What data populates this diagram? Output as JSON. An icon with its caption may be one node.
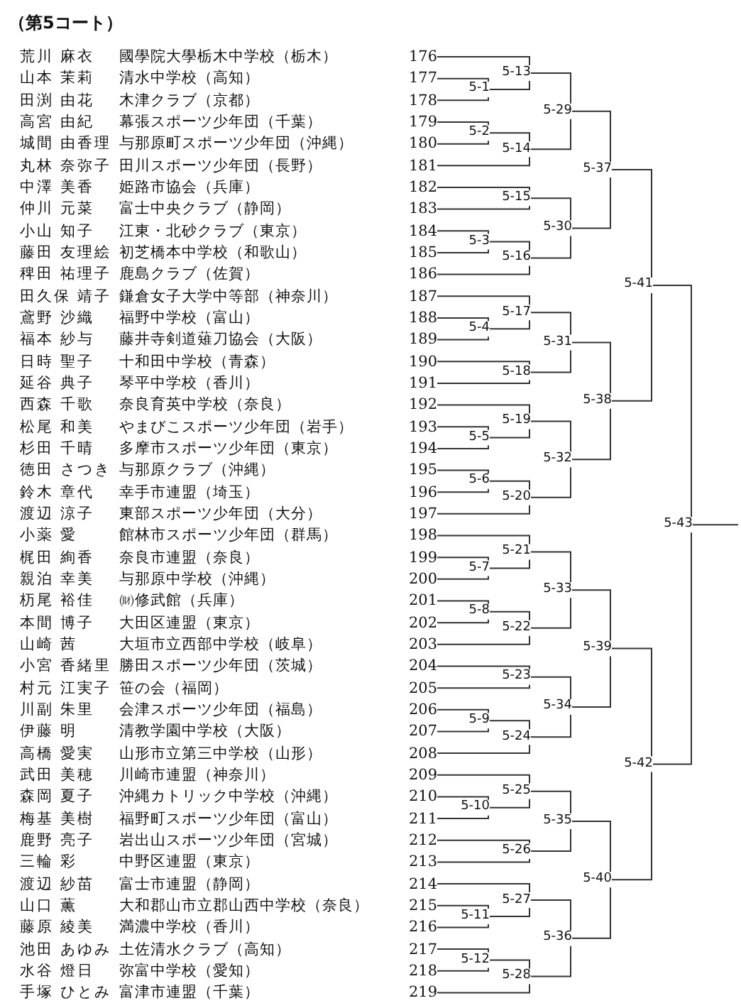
{
  "diagram": {
    "title": "（第5コート）",
    "nodes": [
      {
        "text": [
          "荒川 麻衣",
          "國學院大學栃木中学校（栃木）",
          "176"
        ]
      },
      {
        "text": [
          "山本 茉莉",
          "清水中学校（高知）",
          "177"
        ]
      },
      {
        "text": [
          "田渕 由花",
          "木津クラブ（京都）",
          "178"
        ]
      },
      {
        "text": [
          "高宮 由紀",
          "幕張スポーツ少年団（千葉）",
          "179"
        ]
      },
      {
        "text": [
          "城間 由香理",
          "与那原町スポーツ少年団（沖縄）",
          "180"
        ]
      },
      {
        "text": [
          "丸林 奈弥子",
          "田川スポーツ少年団（長野）",
          "181"
        ]
      },
      {
        "text": [
          "中澤 美香",
          "姫路市協会（兵庫）",
          "182"
        ]
      },
      {
        "text": [
          "仲川 元菜",
          "富士中央クラブ（静岡）",
          "183"
        ]
      },
      {
        "text": [
          "小山 知子",
          "江東・北砂クラブ（東京）",
          "184"
        ]
      },
      {
        "text": [
          "藤田 友理絵",
          "初芝橋本中学校（和歌山）",
          "185"
        ]
      },
      {
        "text": [
          "稗田 祐理子",
          "鹿島クラブ（佐賀）",
          "186"
        ]
      },
      {
        "text": [
          "田久保 靖子",
          "鎌倉女子大学中等部（神奈川）",
          "187"
        ]
      },
      {
        "text": [
          "鳶野 沙織",
          "福野中学校（富山）",
          "188"
        ]
      },
      {
        "text": [
          "福本 紗与",
          "藤井寺剣道薙刀協会（大阪）",
          "189"
        ]
      },
      {
        "text": [
          "日時 聖子",
          "十和田中学校（青森）",
          "190"
        ]
      },
      {
        "text": [
          "延谷 典子",
          "琴平中学校（香川）",
          "191"
        ]
      },
      {
        "text": [
          "西森 千歌",
          "奈良育英中学校（奈良）",
          "192"
        ]
      },
      {
        "text": [
          "松尾 和美",
          "やまびこスポーツ少年団（岩手）",
          "193"
        ]
      },
      {
        "text": [
          "杉田 千晴",
          "多摩市スポーツ少年団（東京）",
          "194"
        ]
      },
      {
        "text": [
          "徳田 さつき",
          "与那原クラブ（沖縄）",
          "195"
        ]
      },
      {
        "text": [
          "鈴木 章代",
          "幸手市連盟（埼玉）",
          "196"
        ]
      },
      {
        "text": [
          "渡辺 涼子",
          "東部スポーツ少年団（大分）",
          "197"
        ]
      },
      {
        "text": [
          "小薬 愛",
          "館林市スポーツ少年団（群馬）",
          "198"
        ]
      },
      {
        "text": [
          "梶田 絢香",
          "奈良市連盟（奈良）",
          "199"
        ]
      },
      {
        "text": [
          "親泊 幸美",
          "与那原中学校（沖縄）",
          "200"
        ]
      },
      {
        "text": [
          "杤尾 裕佳",
          "㈶修武館（兵庫）",
          "201"
        ]
      },
      {
        "text": [
          "本間 博子",
          "大田区連盟（東京）",
          "202"
        ]
      },
      {
        "text": [
          "山崎 茜",
          "大垣市立西部中学校（岐阜）",
          "203"
        ]
      },
      {
        "text": [
          "小宮 香緒里",
          "勝田スポーツ少年団（茨城）",
          "204"
        ]
      },
      {
        "text": [
          "村元 江実子",
          "笹の会（福岡）",
          "205"
        ]
      },
      {
        "text": [
          "川副 朱里",
          "会津スポーツ少年団（福島）",
          "206"
        ]
      },
      {
        "text": [
          "伊藤 明",
          "清教学園中学校（大阪）",
          "207"
        ]
      },
      {
        "text": [
          "高橋 愛実",
          "山形市立第三中学校（山形）",
          "208"
        ]
      },
      {
        "text": [
          "武田 美穂",
          "川崎市連盟（神奈川）",
          "209"
        ]
      },
      {
        "text": [
          "森岡 夏子",
          "沖縄カトリック中学校（沖縄）",
          "210"
        ]
      },
      {
        "text": [
          "梅基 美樹",
          "福野町スポーツ少年団（富山）",
          "211"
        ]
      },
      {
        "text": [
          "鹿野 亮子",
          "岩出山スポーツ少年団（宮城）",
          "212"
        ]
      },
      {
        "text": [
          "三輪 彩",
          "中野区連盟（東京）",
          "213"
        ]
      },
      {
        "text": [
          "渡辺 紗苗",
          "富士市連盟（静岡）",
          "214"
        ]
      },
      {
        "text": [
          "山口 薫",
          "大和郡山市立郡山西中学校（奈良）",
          "215"
        ]
      },
      {
        "text": [
          "藤原 綾美",
          "満濃中学校（香川）",
          "216"
        ]
      },
      {
        "text": [
          "池田 あゆみ",
          "土佐清水クラブ（高知）",
          "217"
        ]
      },
      {
        "text": [
          "水谷 燈日",
          "弥富中学校（愛知）",
          "218"
        ]
      },
      {
        "text": [
          "手塚 ひとみ",
          "富津市連盟（千葉）",
          "219"
        ]
      },
      {
        "text": [
          "5-1"
        ]
      },
      {
        "text": [
          "5-2"
        ]
      },
      {
        "text": [
          "5-3"
        ]
      },
      {
        "text": [
          "5-4"
        ]
      },
      {
        "text": [
          "5-5"
        ]
      },
      {
        "text": [
          "5-6"
        ]
      },
      {
        "text": [
          "5-7"
        ]
      },
      {
        "text": [
          "5-8"
        ]
      },
      {
        "text": [
          "5-9"
        ]
      },
      {
        "text": [
          "5-10"
        ]
      },
      {
        "text": [
          "5-11"
        ]
      },
      {
        "text": [
          "5-12"
        ]
      },
      {
        "text": [
          "5-13"
        ]
      },
      {
        "text": [
          "5-14"
        ]
      },
      {
        "text": [
          "5-15"
        ]
      },
      {
        "text": [
          "5-16"
        ]
      },
      {
        "text": [
          "5-17"
        ]
      },
      {
        "text": [
          "5-18"
        ]
      },
      {
        "text": [
          "5-19"
        ]
      },
      {
        "text": [
          "5-20"
        ]
      },
      {
        "text": [
          "5-21"
        ]
      },
      {
        "text": [
          "5-22"
        ]
      },
      {
        "text": [
          "5-23"
        ]
      },
      {
        "text": [
          "5-24"
        ]
      },
      {
        "text": [
          "5-25"
        ]
      },
      {
        "text": [
          "5-26"
        ]
      },
      {
        "text": [
          "5-27"
        ]
      },
      {
        "text": [
          "5-28"
        ]
      },
      {
        "text": [
          "5-29"
        ]
      },
      {
        "text": [
          "5-30"
        ]
      },
      {
        "text": [
          "5-31"
        ]
      },
      {
        "text": [
          "5-32"
        ]
      },
      {
        "text": [
          "5-33"
        ]
      },
      {
        "text": [
          "5-34"
        ]
      },
      {
        "text": [
          "5-35"
        ]
      },
      {
        "text": [
          "5-36"
        ]
      },
      {
        "text": [
          "5-37"
        ]
      },
      {
        "text": [
          "5-38"
        ]
      },
      {
        "text": [
          "5-39"
        ]
      },
      {
        "text": [
          "5-40"
        ]
      },
      {
        "text": [
          "5-41"
        ]
      },
      {
        "text": [
          "5-42"
        ]
      },
      {
        "text": [
          "5-43"
        ]
      }
    ],
    "edges": [
      {
        "from": 1,
        "to": 44,
        "arrow": "none"
      },
      {
        "from": 2,
        "to": 44,
        "arrow": "none"
      },
      {
        "from": 3,
        "to": 45,
        "arrow": "none"
      },
      {
        "from": 4,
        "to": 45,
        "arrow": "none"
      },
      {
        "from": 8,
        "to": 46,
        "arrow": "none"
      },
      {
        "from": 9,
        "to": 46,
        "arrow": "none"
      },
      {
        "from": 12,
        "to": 47,
        "arrow": "none"
      },
      {
        "from": 13,
        "to": 47,
        "arrow": "none"
      },
      {
        "from": 17,
        "to": 48,
        "arrow": "none"
      },
      {
        "from": 18,
        "to": 48,
        "arrow": "none"
      },
      {
        "from": 19,
        "to": 49,
        "arrow": "none"
      },
      {
        "from": 20,
        "to": 49,
        "arrow": "none"
      },
      {
        "from": 23,
        "to": 50,
        "arrow": "none"
      },
      {
        "from": 24,
        "to": 50,
        "arrow": "none"
      },
      {
        "from": 25,
        "to": 51,
        "arrow": "none"
      },
      {
        "from": 26,
        "to": 51,
        "arrow": "none"
      },
      {
        "from": 30,
        "to": 52,
        "arrow": "none"
      },
      {
        "from": 31,
        "to": 52,
        "arrow": "none"
      },
      {
        "from": 34,
        "to": 53,
        "arrow": "none"
      },
      {
        "from": 35,
        "to": 53,
        "arrow": "none"
      },
      {
        "from": 39,
        "to": 54,
        "arrow": "none"
      },
      {
        "from": 40,
        "to": 54,
        "arrow": "none"
      },
      {
        "from": 41,
        "to": 55,
        "arrow": "none"
      },
      {
        "from": 42,
        "to": 55,
        "arrow": "none"
      },
      {
        "from": 0,
        "to": 56,
        "arrow": "none"
      },
      {
        "from": 44,
        "to": 56,
        "arrow": "none"
      },
      {
        "from": 45,
        "to": 57,
        "arrow": "none"
      },
      {
        "from": 5,
        "to": 57,
        "arrow": "none"
      },
      {
        "from": 6,
        "to": 58,
        "arrow": "none"
      },
      {
        "from": 7,
        "to": 58,
        "arrow": "none"
      },
      {
        "from": 46,
        "to": 59,
        "arrow": "none"
      },
      {
        "from": 10,
        "to": 59,
        "arrow": "none"
      },
      {
        "from": 11,
        "to": 60,
        "arrow": "none"
      },
      {
        "from": 47,
        "to": 60,
        "arrow": "none"
      },
      {
        "from": 14,
        "to": 61,
        "arrow": "none"
      },
      {
        "from": 15,
        "to": 61,
        "arrow": "none"
      },
      {
        "from": 16,
        "to": 62,
        "arrow": "none"
      },
      {
        "from": 48,
        "to": 62,
        "arrow": "none"
      },
      {
        "from": 49,
        "to": 63,
        "arrow": "none"
      },
      {
        "from": 21,
        "to": 63,
        "arrow": "none"
      },
      {
        "from": 22,
        "to": 64,
        "arrow": "none"
      },
      {
        "from": 50,
        "to": 64,
        "arrow": "none"
      },
      {
        "from": 51,
        "to": 65,
        "arrow": "none"
      },
      {
        "from": 27,
        "to": 65,
        "arrow": "none"
      },
      {
        "from": 28,
        "to": 66,
        "arrow": "none"
      },
      {
        "from": 29,
        "to": 66,
        "arrow": "none"
      },
      {
        "from": 52,
        "to": 67,
        "arrow": "none"
      },
      {
        "from": 32,
        "to": 67,
        "arrow": "none"
      },
      {
        "from": 33,
        "to": 68,
        "arrow": "none"
      },
      {
        "from": 53,
        "to": 68,
        "arrow": "none"
      },
      {
        "from": 36,
        "to": 69,
        "arrow": "none"
      },
      {
        "from": 37,
        "to": 69,
        "arrow": "none"
      },
      {
        "from": 38,
        "to": 70,
        "arrow": "none"
      },
      {
        "from": 54,
        "to": 70,
        "arrow": "none"
      },
      {
        "from": 55,
        "to": 71,
        "arrow": "none"
      },
      {
        "from": 43,
        "to": 71,
        "arrow": "none"
      },
      {
        "from": 56,
        "to": 72,
        "arrow": "none"
      },
      {
        "from": 57,
        "to": 72,
        "arrow": "none"
      },
      {
        "from": 58,
        "to": 73,
        "arrow": "none"
      },
      {
        "from": 59,
        "to": 73,
        "arrow": "none"
      },
      {
        "from": 60,
        "to": 74,
        "arrow": "none"
      },
      {
        "from": 61,
        "to": 74,
        "arrow": "none"
      },
      {
        "from": 62,
        "to": 75,
        "arrow": "none"
      },
      {
        "from": 63,
        "to": 75,
        "arrow": "none"
      },
      {
        "from": 64,
        "to": 76,
        "arrow": "none"
      },
      {
        "from": 65,
        "to": 76,
        "arrow": "none"
      },
      {
        "from": 66,
        "to": 77,
        "arrow": "none"
      },
      {
        "from": 67,
        "to": 77,
        "arrow": "none"
      },
      {
        "from": 68,
        "to": 78,
        "arrow": "none"
      },
      {
        "from": 69,
        "to": 78,
        "arrow": "none"
      },
      {
        "from": 70,
        "to": 79,
        "arrow": "none"
      },
      {
        "from": 71,
        "to": 79,
        "arrow": "none"
      },
      {
        "from": 72,
        "to": 80,
        "arrow": "none"
      },
      {
        "from": 73,
        "to": 80,
        "arrow": "none"
      },
      {
        "from": 74,
        "to": 81,
        "arrow": "none"
      },
      {
        "from": 75,
        "to": 81,
        "arrow": "none"
      },
      {
        "from": 76,
        "to": 82,
        "arrow": "none"
      },
      {
        "from": 77,
        "to": 82,
        "arrow": "none"
      },
      {
        "from": 78,
        "to": 83,
        "arrow": "none"
      },
      {
        "from": 79,
        "to": 83,
        "arrow": "none"
      },
      {
        "from": 80,
        "to": 84,
        "arrow": "none"
      },
      {
        "from": 81,
        "to": 84,
        "arrow": "none"
      },
      {
        "from": 82,
        "to": 85,
        "arrow": "none"
      },
      {
        "from": 83,
        "to": 85,
        "arrow": "none"
      },
      {
        "from": 84,
        "to": 86,
        "arrow": "none"
      },
      {
        "from": 85,
        "to": 86,
        "arrow": "none"
      },
      {
        "from": 86,
        "to": null,
        "arrow": "none"
      }
    ]
  }
}
